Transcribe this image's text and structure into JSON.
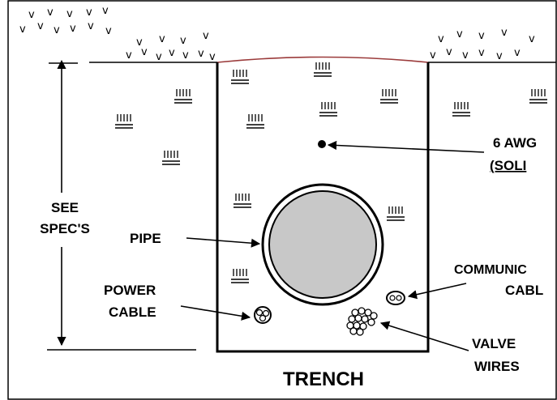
{
  "diagram": {
    "title": "TRENCH",
    "depth_label_line1": "SEE",
    "depth_label_line2": "SPEC'S",
    "pipe_label": "PIPE",
    "power_cable_line1": "POWER",
    "power_cable_line2": "CABLE",
    "ground_wire_line1": "6 AWG",
    "ground_wire_line2": "(SOLI",
    "comm_cable_line1": "COMMUNIC",
    "comm_cable_line2": "CABL",
    "valve_wires_line1": "VALVE",
    "valve_wires_line2": "WIRES"
  },
  "colors": {
    "pipe_fill": "#c8c8c8",
    "ink": "#000000",
    "surface_line": "#9b3b3b"
  },
  "symbols": {
    "grass": "v",
    "soil_hatch": "soil-hatch-icon"
  }
}
